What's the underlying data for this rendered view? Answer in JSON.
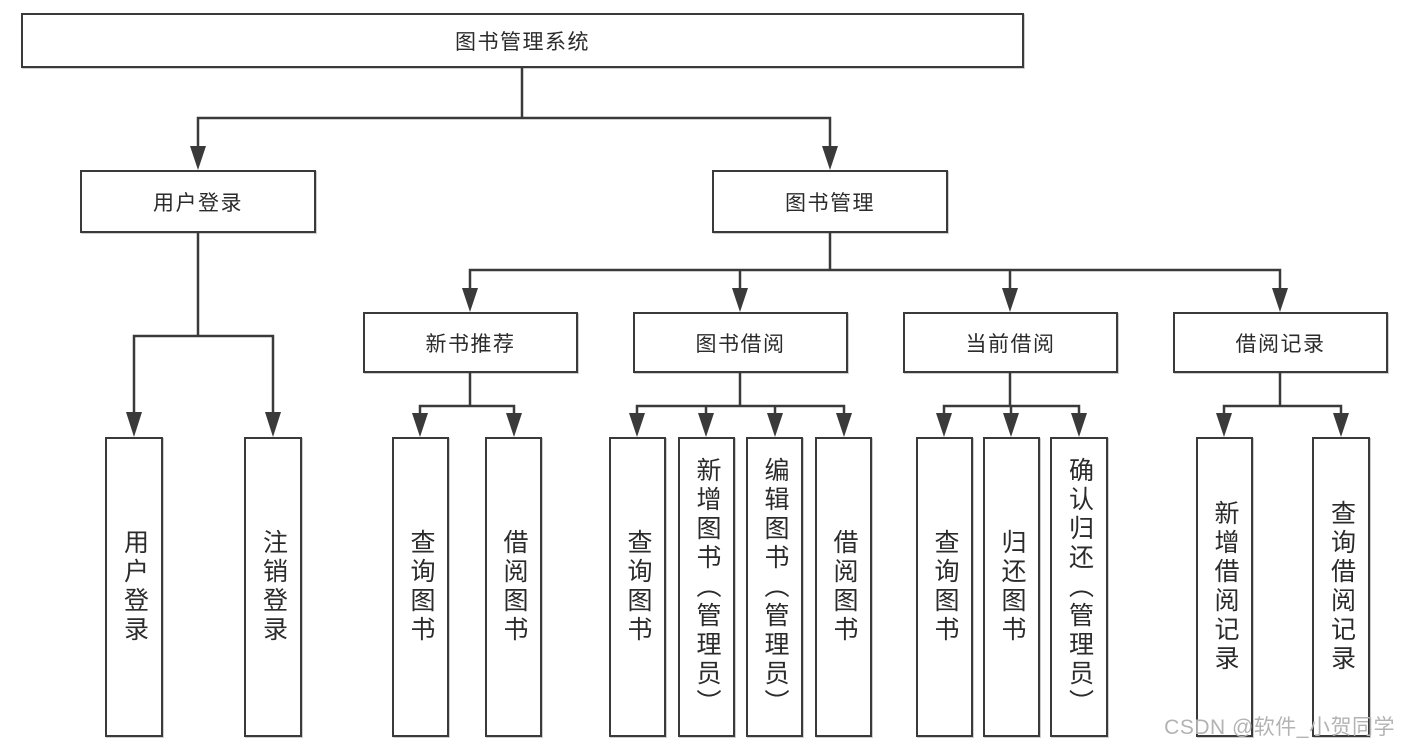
{
  "diagram": {
    "root": {
      "label": "图书管理系统"
    },
    "branches": [
      {
        "label": "用户登录",
        "children": [
          {
            "label": "用户登录"
          },
          {
            "label": "注销登录"
          }
        ]
      },
      {
        "label": "图书管理",
        "children": [
          {
            "label": "新书推荐",
            "children": [
              {
                "label": "查询图书"
              },
              {
                "label": "借阅图书"
              }
            ]
          },
          {
            "label": "图书借阅",
            "children": [
              {
                "label": "查询图书"
              },
              {
                "label": "新增图书（管理员）"
              },
              {
                "label": "编辑图书（管理员）"
              },
              {
                "label": "借阅图书"
              }
            ]
          },
          {
            "label": "当前借阅",
            "children": [
              {
                "label": "查询图书"
              },
              {
                "label": "归还图书"
              },
              {
                "label": "确认归还（管理员）"
              }
            ]
          },
          {
            "label": "借阅记录",
            "children": [
              {
                "label": "新增借阅记录"
              },
              {
                "label": "查询借阅记录"
              }
            ]
          }
        ]
      }
    ]
  },
  "watermark": "CSDN @软件_小贺同学",
  "colors": {
    "line": "#3a3a3a",
    "text": "#2b2b2b",
    "watermark": "#b3b3b3",
    "background": "#ffffff"
  }
}
